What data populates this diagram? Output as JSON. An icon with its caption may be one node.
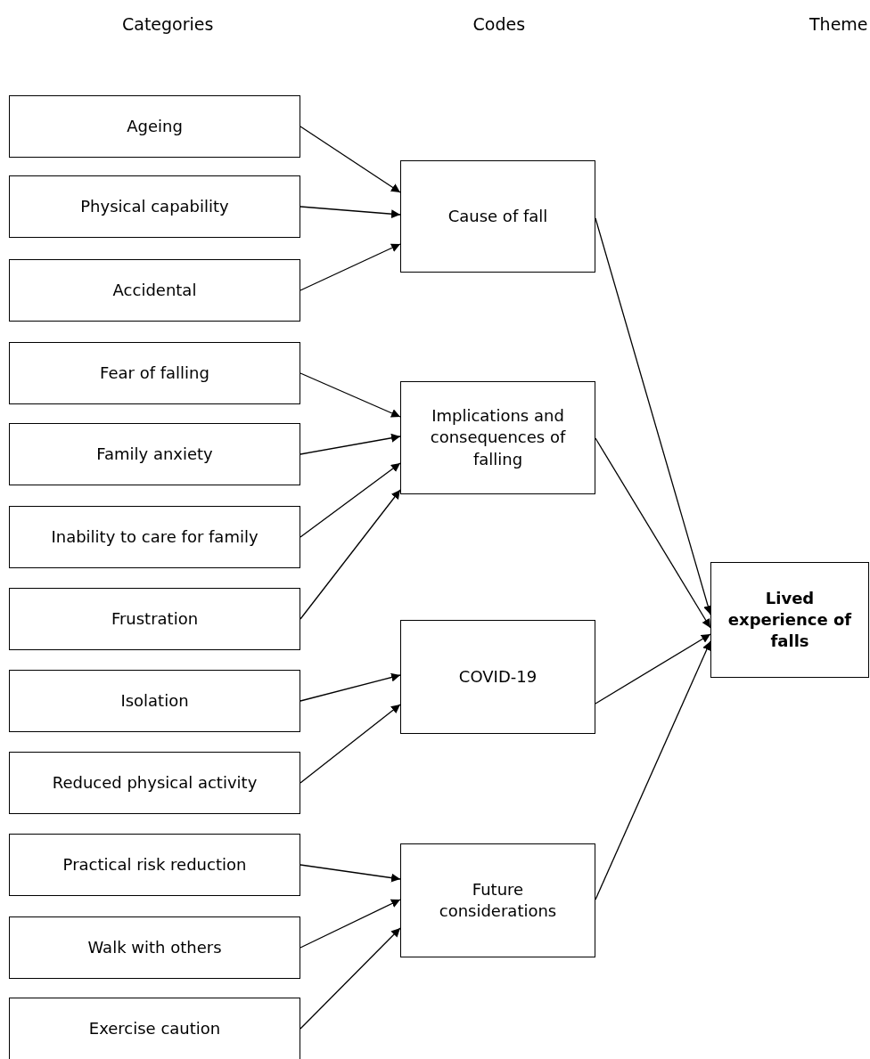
{
  "diagram": {
    "nodes": [
      {
        "text": [
          "Ageing"
        ]
      },
      {
        "text": [
          "Physical capability"
        ]
      },
      {
        "text": [
          "Accidental"
        ]
      },
      {
        "text": [
          "Fear of falling"
        ]
      },
      {
        "text": [
          "Family anxiety"
        ]
      },
      {
        "text": [
          "Inability to care for family"
        ]
      },
      {
        "text": [
          "Frustration"
        ]
      },
      {
        "text": [
          "Isolation"
        ]
      },
      {
        "text": [
          "Reduced physical activity"
        ]
      },
      {
        "text": [
          "Practical risk reduction"
        ]
      },
      {
        "text": [
          "Walk with others"
        ]
      },
      {
        "text": [
          "Exercise caution"
        ]
      },
      {
        "text": [
          "Cause of fall"
        ]
      },
      {
        "text": [
          "Implications and consequences of falling"
        ]
      },
      {
        "text": [
          "COVID-19"
        ]
      },
      {
        "text": [
          "Future considerations"
        ]
      },
      {
        "text": [
          "Lived experience of falls"
        ]
      }
    ],
    "edges": [
      {
        "from": 0,
        "to": 12,
        "arrow": "to"
      },
      {
        "from": 1,
        "to": 12,
        "arrow": "to"
      },
      {
        "from": 2,
        "to": 12,
        "arrow": "to"
      },
      {
        "from": 3,
        "to": 13,
        "arrow": "to"
      },
      {
        "from": 4,
        "to": 13,
        "arrow": "to"
      },
      {
        "from": 5,
        "to": 13,
        "arrow": "to"
      },
      {
        "from": 6,
        "to": 13,
        "arrow": "to"
      },
      {
        "from": 7,
        "to": 14,
        "arrow": "to"
      },
      {
        "from": 8,
        "to": 14,
        "arrow": "to"
      },
      {
        "from": 9,
        "to": 15,
        "arrow": "to"
      },
      {
        "from": 10,
        "to": 15,
        "arrow": "to"
      },
      {
        "from": 11,
        "to": 15,
        "arrow": "to"
      },
      {
        "from": 12,
        "to": 16,
        "arrow": "to"
      },
      {
        "from": 13,
        "to": 16,
        "arrow": "to"
      },
      {
        "from": 14,
        "to": 16,
        "arrow": "to"
      },
      {
        "from": 15,
        "to": 16,
        "arrow": "to"
      }
    ],
    "labels": [
      "Categories",
      "Codes",
      "Theme"
    ]
  }
}
